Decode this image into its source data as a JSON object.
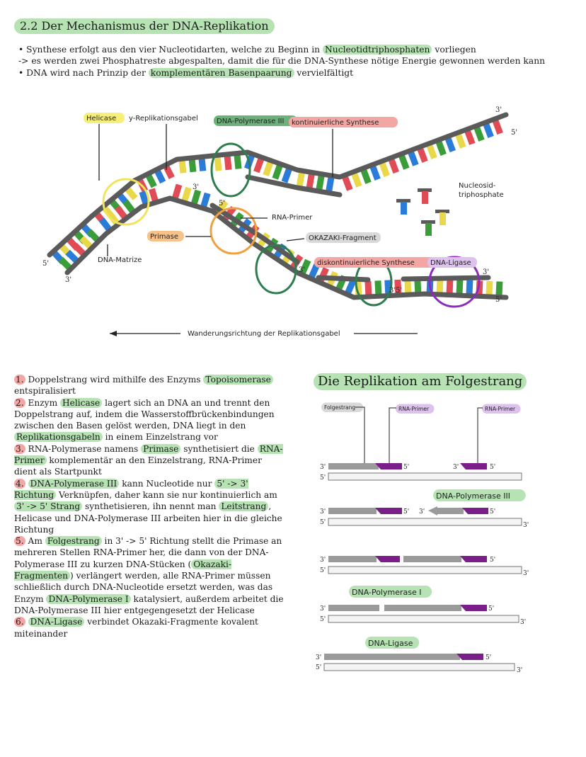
{
  "title": "2.2 Der Mechanismus der DNA-Replikation",
  "bullets": [
    {
      "pre": "•  Synthese erfolgt aus den vier Nucleotidarten, welche zu Beginn in ",
      "hl": "Nucleotidtriphosphaten",
      "post": " vorliegen"
    },
    {
      "pre": "-> es werden zwei Phosphatreste abgespalten, damit die für die DNA-Synthese nötige Energie gewonnen werden kann",
      "hl": "",
      "post": ""
    },
    {
      "pre": "•  DNA wird nach Prinzip der ",
      "hl": "komplementären Basenpaarung",
      "post": " vervielfältigt"
    }
  ],
  "diagram": {
    "labels": {
      "helicase": "Helicase",
      "fork": "y-Replikationsgabel",
      "pol3": "DNA-Polymerase III",
      "continuous": "kontinuierliche Synthese",
      "nucleoside": "Nucleosid-",
      "nucleoside2": "triphosphate",
      "rna_primer": "RNA-Primer",
      "primase": "Primase",
      "okazaki": "OKAZAKI-Fragment",
      "discontinuous": "diskontinuierliche Synthese",
      "ligase": "DNA-Ligase",
      "template": "DNA-Matrize",
      "direction": "Wanderungsrichtung der Replikationsgabel",
      "p3": "3'",
      "p5": "5'",
      "p35": "3'5'"
    },
    "colors": {
      "backbone": "#5a5a5a",
      "adenine": "#2b7bd8",
      "thymine": "#e8d84a",
      "guanine": "#3a9d3a",
      "cytosine": "#e04b55",
      "helicase_circle": "#f2e45a",
      "polymerase_circle": "#2e7d4f",
      "primase_circle": "#f0a040",
      "ligase_circle": "#8a2bbf"
    }
  },
  "steps": [
    {
      "n": "1.",
      "parts": [
        {
          "t": " Doppelstrang wird mithilfe des Enzyms "
        },
        {
          "t": "Topoisomerase",
          "hl": true
        },
        {
          "t": " entspiralisiert"
        }
      ]
    },
    {
      "n": "2.",
      "parts": [
        {
          "t": " Enzym "
        },
        {
          "t": "Helicase",
          "hl": true
        },
        {
          "t": " lagert sich an DNA an und trennt den Doppelstrang auf, indem die Wasserstoffbrückenbindungen zwischen den Basen gelöst werden, DNA liegt in den "
        },
        {
          "t": "Replikationsgabeln",
          "hl": true
        },
        {
          "t": " in einem Einzelstrang vor"
        }
      ]
    },
    {
      "n": "3.",
      "parts": [
        {
          "t": " RNA-Polymerase namens "
        },
        {
          "t": "Primase",
          "hl": true
        },
        {
          "t": " synthetisiert die "
        },
        {
          "t": "RNA-Primer",
          "hl": true
        },
        {
          "t": " komplementär an den Einzelstrang, RNA-Primer dient als Startpunkt"
        }
      ]
    },
    {
      "n": "4.",
      "parts": [
        {
          "t": " "
        },
        {
          "t": "DNA-Polymerase III",
          "hl": true
        },
        {
          "t": " kann Nucleotide nur "
        },
        {
          "t": "5' -> 3' Richtung",
          "hl": true
        },
        {
          "t": " Verknüpfen, daher kann sie nur kontinuierlich am "
        },
        {
          "t": "3' -> 5' Strang",
          "hl": true
        },
        {
          "t": " synthetisieren, ihn nennt man "
        },
        {
          "t": "Leitstrang",
          "hl": true
        },
        {
          "t": ", Helicase und DNA-Polymerase III arbeiten hier in die gleiche Richtung"
        }
      ]
    },
    {
      "n": "5.",
      "parts": [
        {
          "t": " Am "
        },
        {
          "t": "Folgestrang",
          "hl": true
        },
        {
          "t": " in 3' -> 5' Richtung stellt die Primase an mehreren Stellen RNA-Primer her, die dann von der DNA-Polymerase III zu kurzen DNA-Stücken ("
        },
        {
          "t": "Okazaki-Fragmenten",
          "hl": true
        },
        {
          "t": ") verlängert werden, alle RNA-Primer müssen schließlich durch DNA-Nucleotide ersetzt werden, was das Enzym "
        },
        {
          "t": "DNA-Polymerase I",
          "hl": true
        },
        {
          "t": " katalysiert, außerdem arbeitet die DNA-Polymerase III hier entgegengesetzt der Helicase"
        }
      ]
    },
    {
      "n": "6.",
      "parts": [
        {
          "t": " "
        },
        {
          "t": "DNA-Ligase",
          "hl": true
        },
        {
          "t": " verbindet Okazaki-Fragmente kovalent miteinander"
        }
      ]
    }
  ],
  "folgestrang": {
    "title": "Die Replikation am Folgestrang",
    "label_folgestrang": "Folgestrang",
    "label_rna_primer_1": "RNA-Primer",
    "label_rna_primer_2": "RNA-Primer",
    "label_pol3": "DNA-Polymerase III",
    "label_pol1": "DNA-Polymerase I",
    "label_ligase": "DNA-Ligase",
    "p3": "3'",
    "p5": "5'",
    "colors": {
      "primer": "#7a1f8a",
      "new_dna": "#9a9a9a",
      "template": "#f4f4f4",
      "label_folgestrang_bg": "#d9d9d9",
      "label_primer_bg": "#dcc2ec",
      "label_enzyme_bg": "#b7e3b4"
    }
  }
}
